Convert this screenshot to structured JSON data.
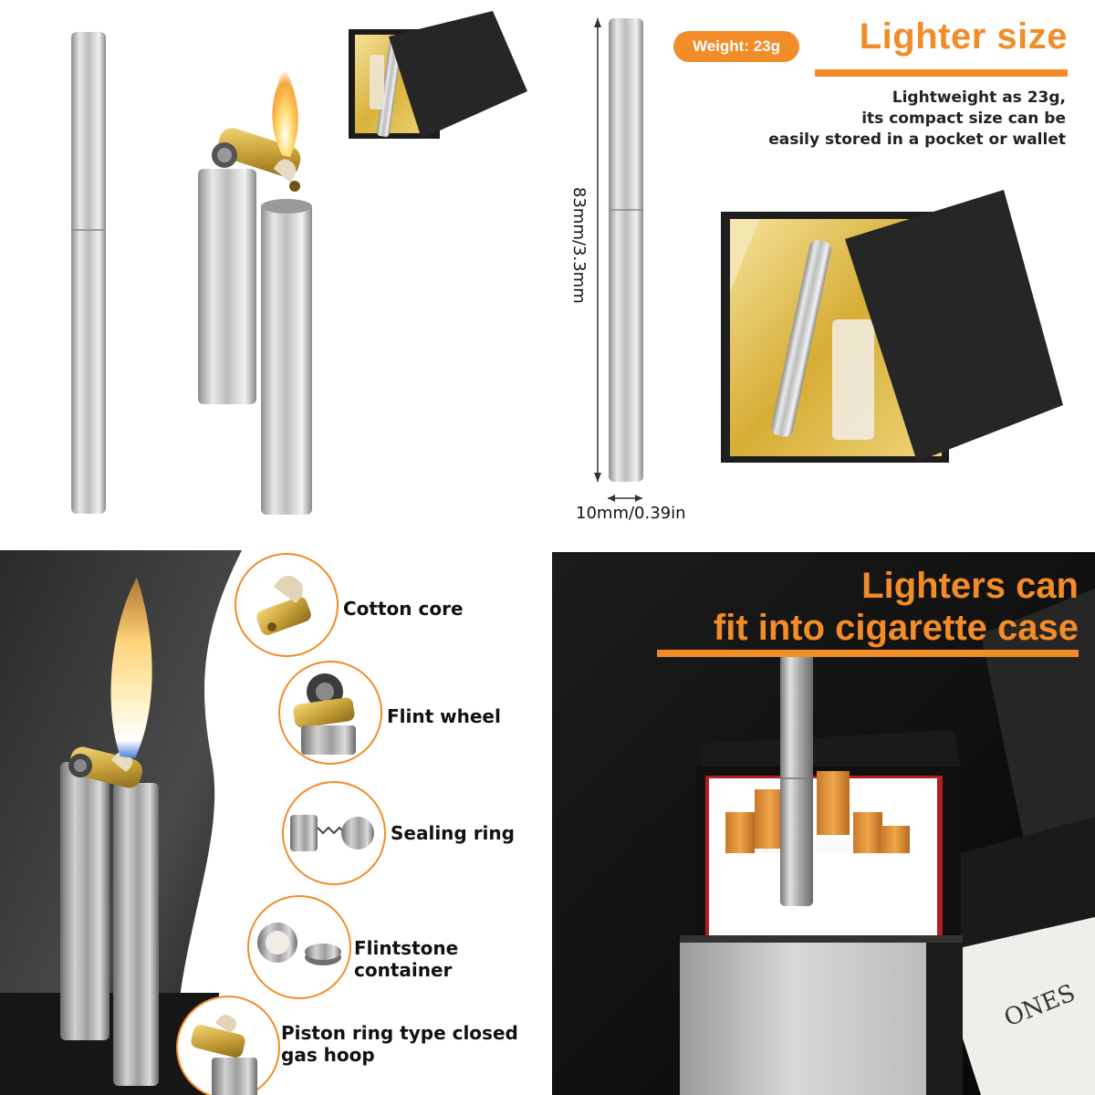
{
  "size_panel": {
    "weight_badge": "Weight: 23g",
    "title": "Lighter size",
    "description": [
      "Lightweight as 23g,",
      "its compact size can be",
      "easily stored in a pocket or wallet"
    ],
    "height_dimension": "83mm/3.3mm",
    "width_dimension": "10mm/0.39in"
  },
  "features_panel": {
    "items": [
      {
        "label": "Cotton core"
      },
      {
        "label": "Flint wheel"
      },
      {
        "label": "Sealing ring"
      },
      {
        "label": "Flintstone container"
      },
      {
        "label": "Piston ring type closed",
        "label2": "gas hoop"
      }
    ]
  },
  "case_panel": {
    "title_line1": "Lighters can",
    "title_line2": "fit into cigarette case",
    "book_text": "ONES"
  },
  "colors": {
    "accent": "#f28c28",
    "brass": "#c9a23a",
    "steel": "#c8c8c8",
    "box_black": "#222222",
    "satin_gold": "#d9b23c"
  }
}
